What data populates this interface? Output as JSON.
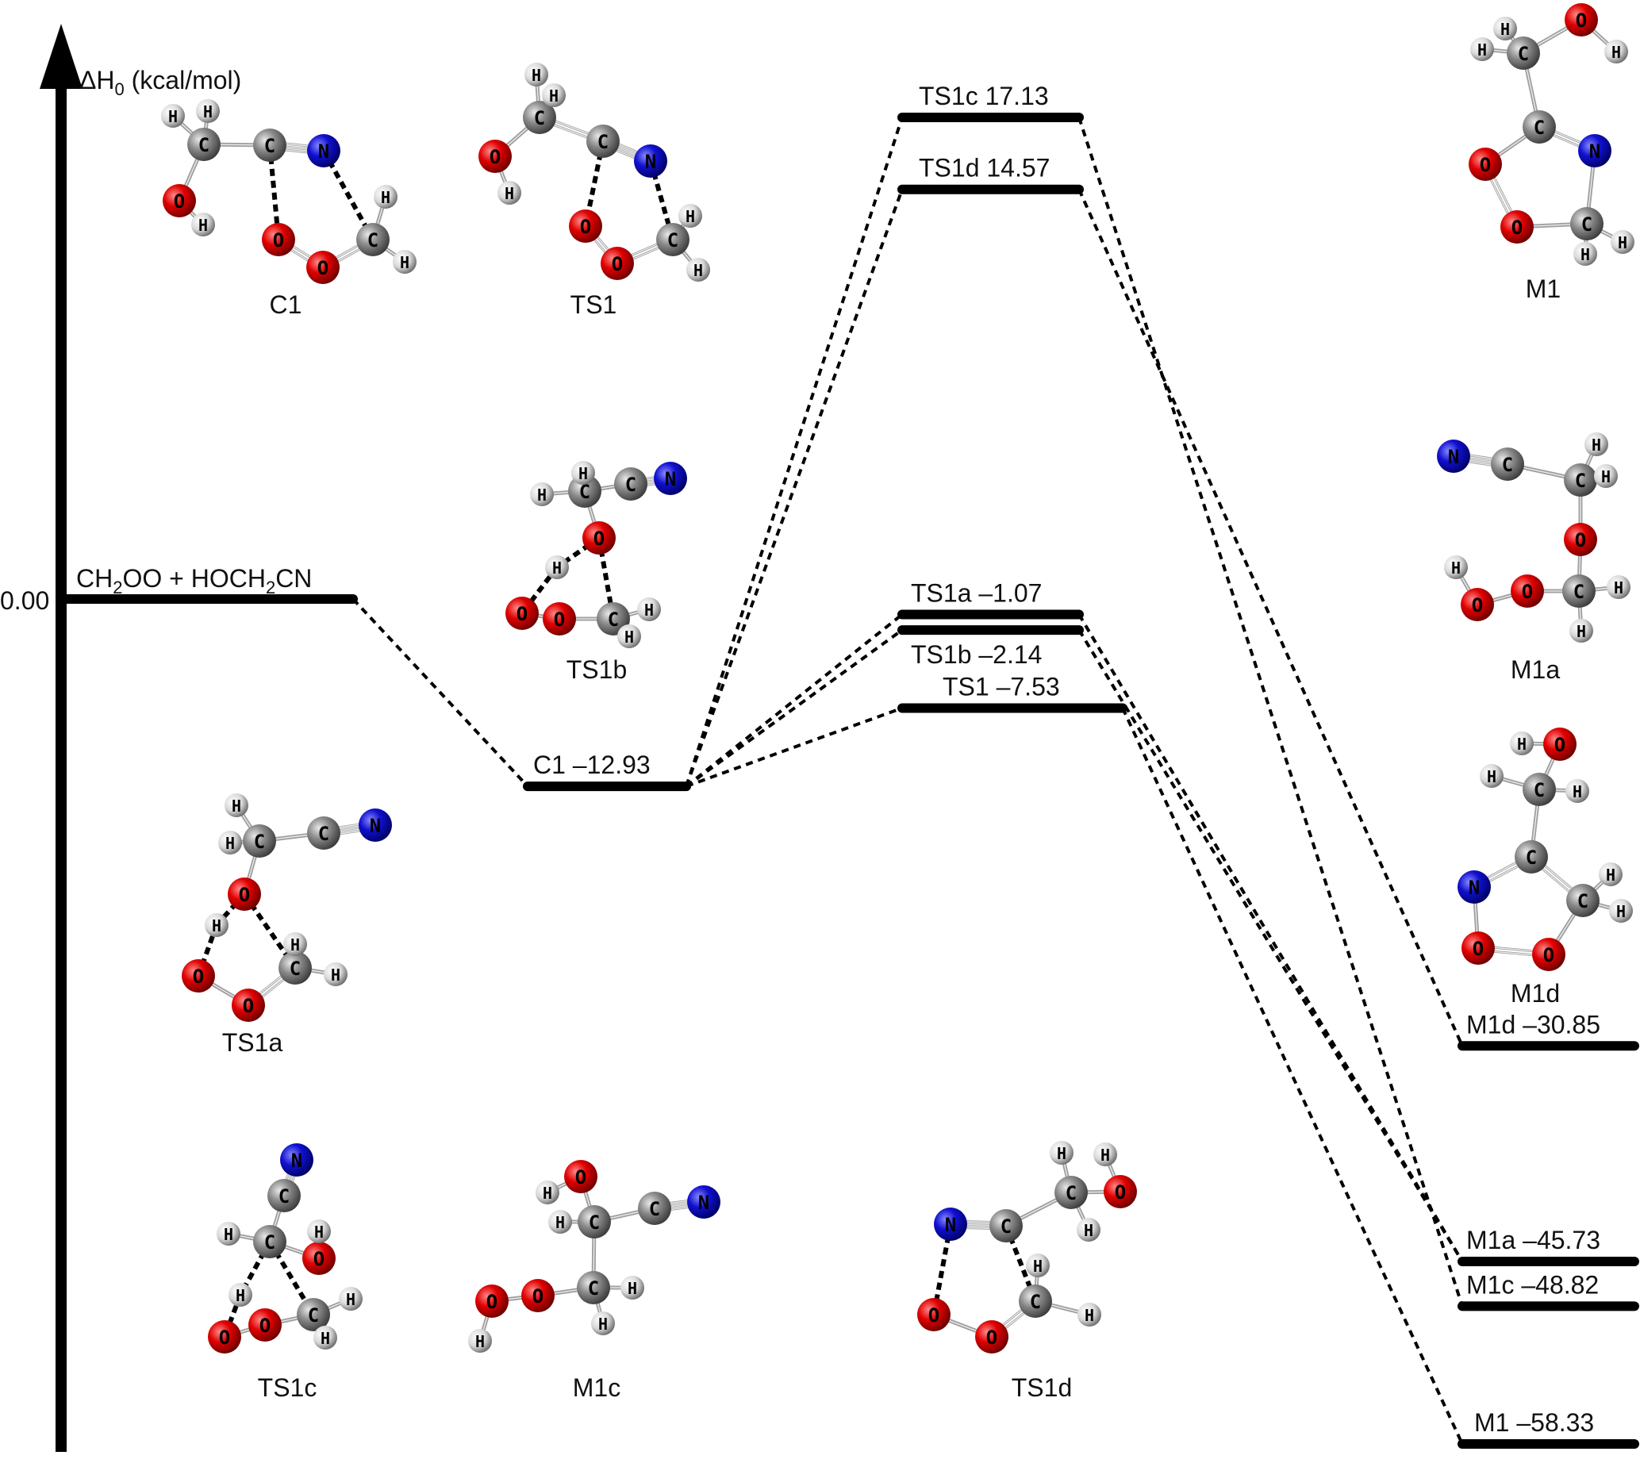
{
  "axis": {
    "label_prefix": "ΔH",
    "label_sub": "0",
    "label_suffix": " (kcal/mol)",
    "zero_tick": "0.00"
  },
  "reactants": {
    "name_parts": [
      "CH",
      "2",
      "OO + HOCH",
      "2",
      "CN"
    ],
    "energy": 0.0
  },
  "levels": [
    {
      "id": "C1",
      "name": "C1",
      "energy": -12.93,
      "label": "C1 –12.93",
      "column": "complex"
    },
    {
      "id": "TS1c",
      "name": "TS1c",
      "energy": 17.13,
      "label": "TS1c 17.13",
      "column": "ts"
    },
    {
      "id": "TS1d",
      "name": "TS1d",
      "energy": 14.57,
      "label": "TS1d 14.57",
      "column": "ts"
    },
    {
      "id": "TS1a",
      "name": "TS1a",
      "energy": -1.07,
      "label": "TS1a  –1.07",
      "column": "ts"
    },
    {
      "id": "TS1b",
      "name": "TS1b",
      "energy": -2.14,
      "label": "TS1b  –2.14",
      "column": "ts"
    },
    {
      "id": "TS1",
      "name": "TS1",
      "energy": -7.53,
      "label": "TS1 –7.53",
      "column": "ts"
    },
    {
      "id": "M1d",
      "name": "M1d",
      "energy": -30.85,
      "label": "M1d –30.85",
      "column": "product"
    },
    {
      "id": "M1a",
      "name": "M1a",
      "energy": -45.73,
      "label": "M1a –45.73",
      "column": "product"
    },
    {
      "id": "M1c",
      "name": "M1c",
      "energy": -48.82,
      "label": "M1c –48.82",
      "column": "product"
    },
    {
      "id": "M1",
      "name": "M1",
      "energy": -58.33,
      "label": "M1 –58.33",
      "column": "product"
    }
  ],
  "paths": [
    [
      "reactants",
      "C1"
    ],
    [
      "C1",
      "TS1c"
    ],
    [
      "TS1c",
      "M1c"
    ],
    [
      "C1",
      "TS1d"
    ],
    [
      "TS1d",
      "M1d"
    ],
    [
      "C1",
      "TS1a"
    ],
    [
      "TS1a",
      "M1a"
    ],
    [
      "C1",
      "TS1b"
    ],
    [
      "TS1b",
      "M1a"
    ],
    [
      "C1",
      "TS1"
    ],
    [
      "TS1",
      "M1"
    ]
  ],
  "structures": [
    {
      "id": "C1",
      "caption": "C1"
    },
    {
      "id": "TS1",
      "caption": "TS1"
    },
    {
      "id": "TS1b",
      "caption": "TS1b"
    },
    {
      "id": "TS1a",
      "caption": "TS1a"
    },
    {
      "id": "TS1c",
      "caption": "TS1c"
    },
    {
      "id": "M1c",
      "caption": "M1c"
    },
    {
      "id": "TS1d",
      "caption": "TS1d"
    },
    {
      "id": "M1",
      "caption": "M1"
    },
    {
      "id": "M1a",
      "caption": "M1a"
    },
    {
      "id": "M1d",
      "caption": "M1d"
    }
  ],
  "atom_symbols": {
    "C": "C",
    "H": "H",
    "O": "O",
    "N": "N"
  },
  "colors": {
    "line": "#000000",
    "carbon": "#8a8a8a",
    "hydrogen": "#e6e6e6",
    "oxygen": "#e00000",
    "nitrogen": "#1010d0",
    "bond": "#b0b0b0"
  }
}
